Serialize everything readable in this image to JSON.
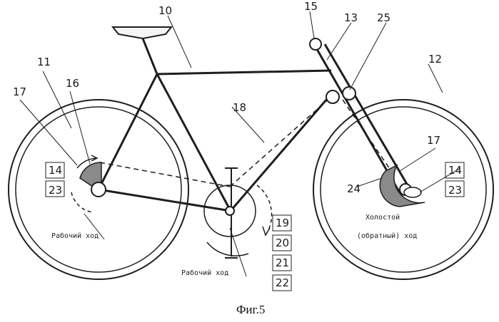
{
  "figure": {
    "caption": "Фиг.5",
    "labels": {
      "n10": "10",
      "n11": "11",
      "n12": "12",
      "n13": "13",
      "n14a": "14",
      "n14b": "14",
      "n15": "15",
      "n16": "16",
      "n17a": "17",
      "n17b": "17",
      "n18": "18",
      "n19": "19",
      "n20": "20",
      "n21": "21",
      "n22": "22",
      "n23a": "23",
      "n23b": "23",
      "n24": "24",
      "n25": "25"
    },
    "annotations": {
      "rear_work": "Рабочий ход",
      "pedal_work": "Рабочий ход",
      "front_idle_line1": "Холостой",
      "front_idle_line2": "(обратный) ход"
    }
  }
}
